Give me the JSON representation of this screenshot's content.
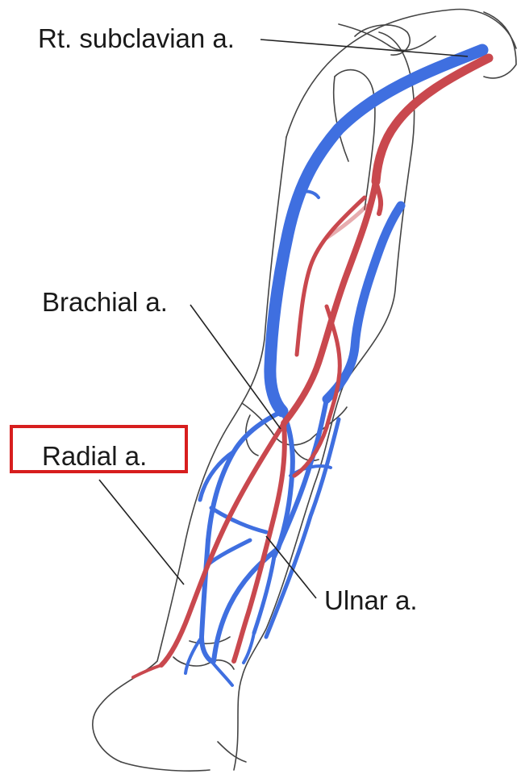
{
  "labels": {
    "subclavian": "Rt. subclavian a.",
    "brachial": "Brachial a.",
    "radial": "Radial a.",
    "ulnar": "Ulnar a."
  },
  "highlighted_label": "radial",
  "colors": {
    "artery": "#c9484e",
    "vein": "#3f6fe0",
    "outline": "#444444",
    "leader": "#222222",
    "highlight": "#d71e1e"
  }
}
